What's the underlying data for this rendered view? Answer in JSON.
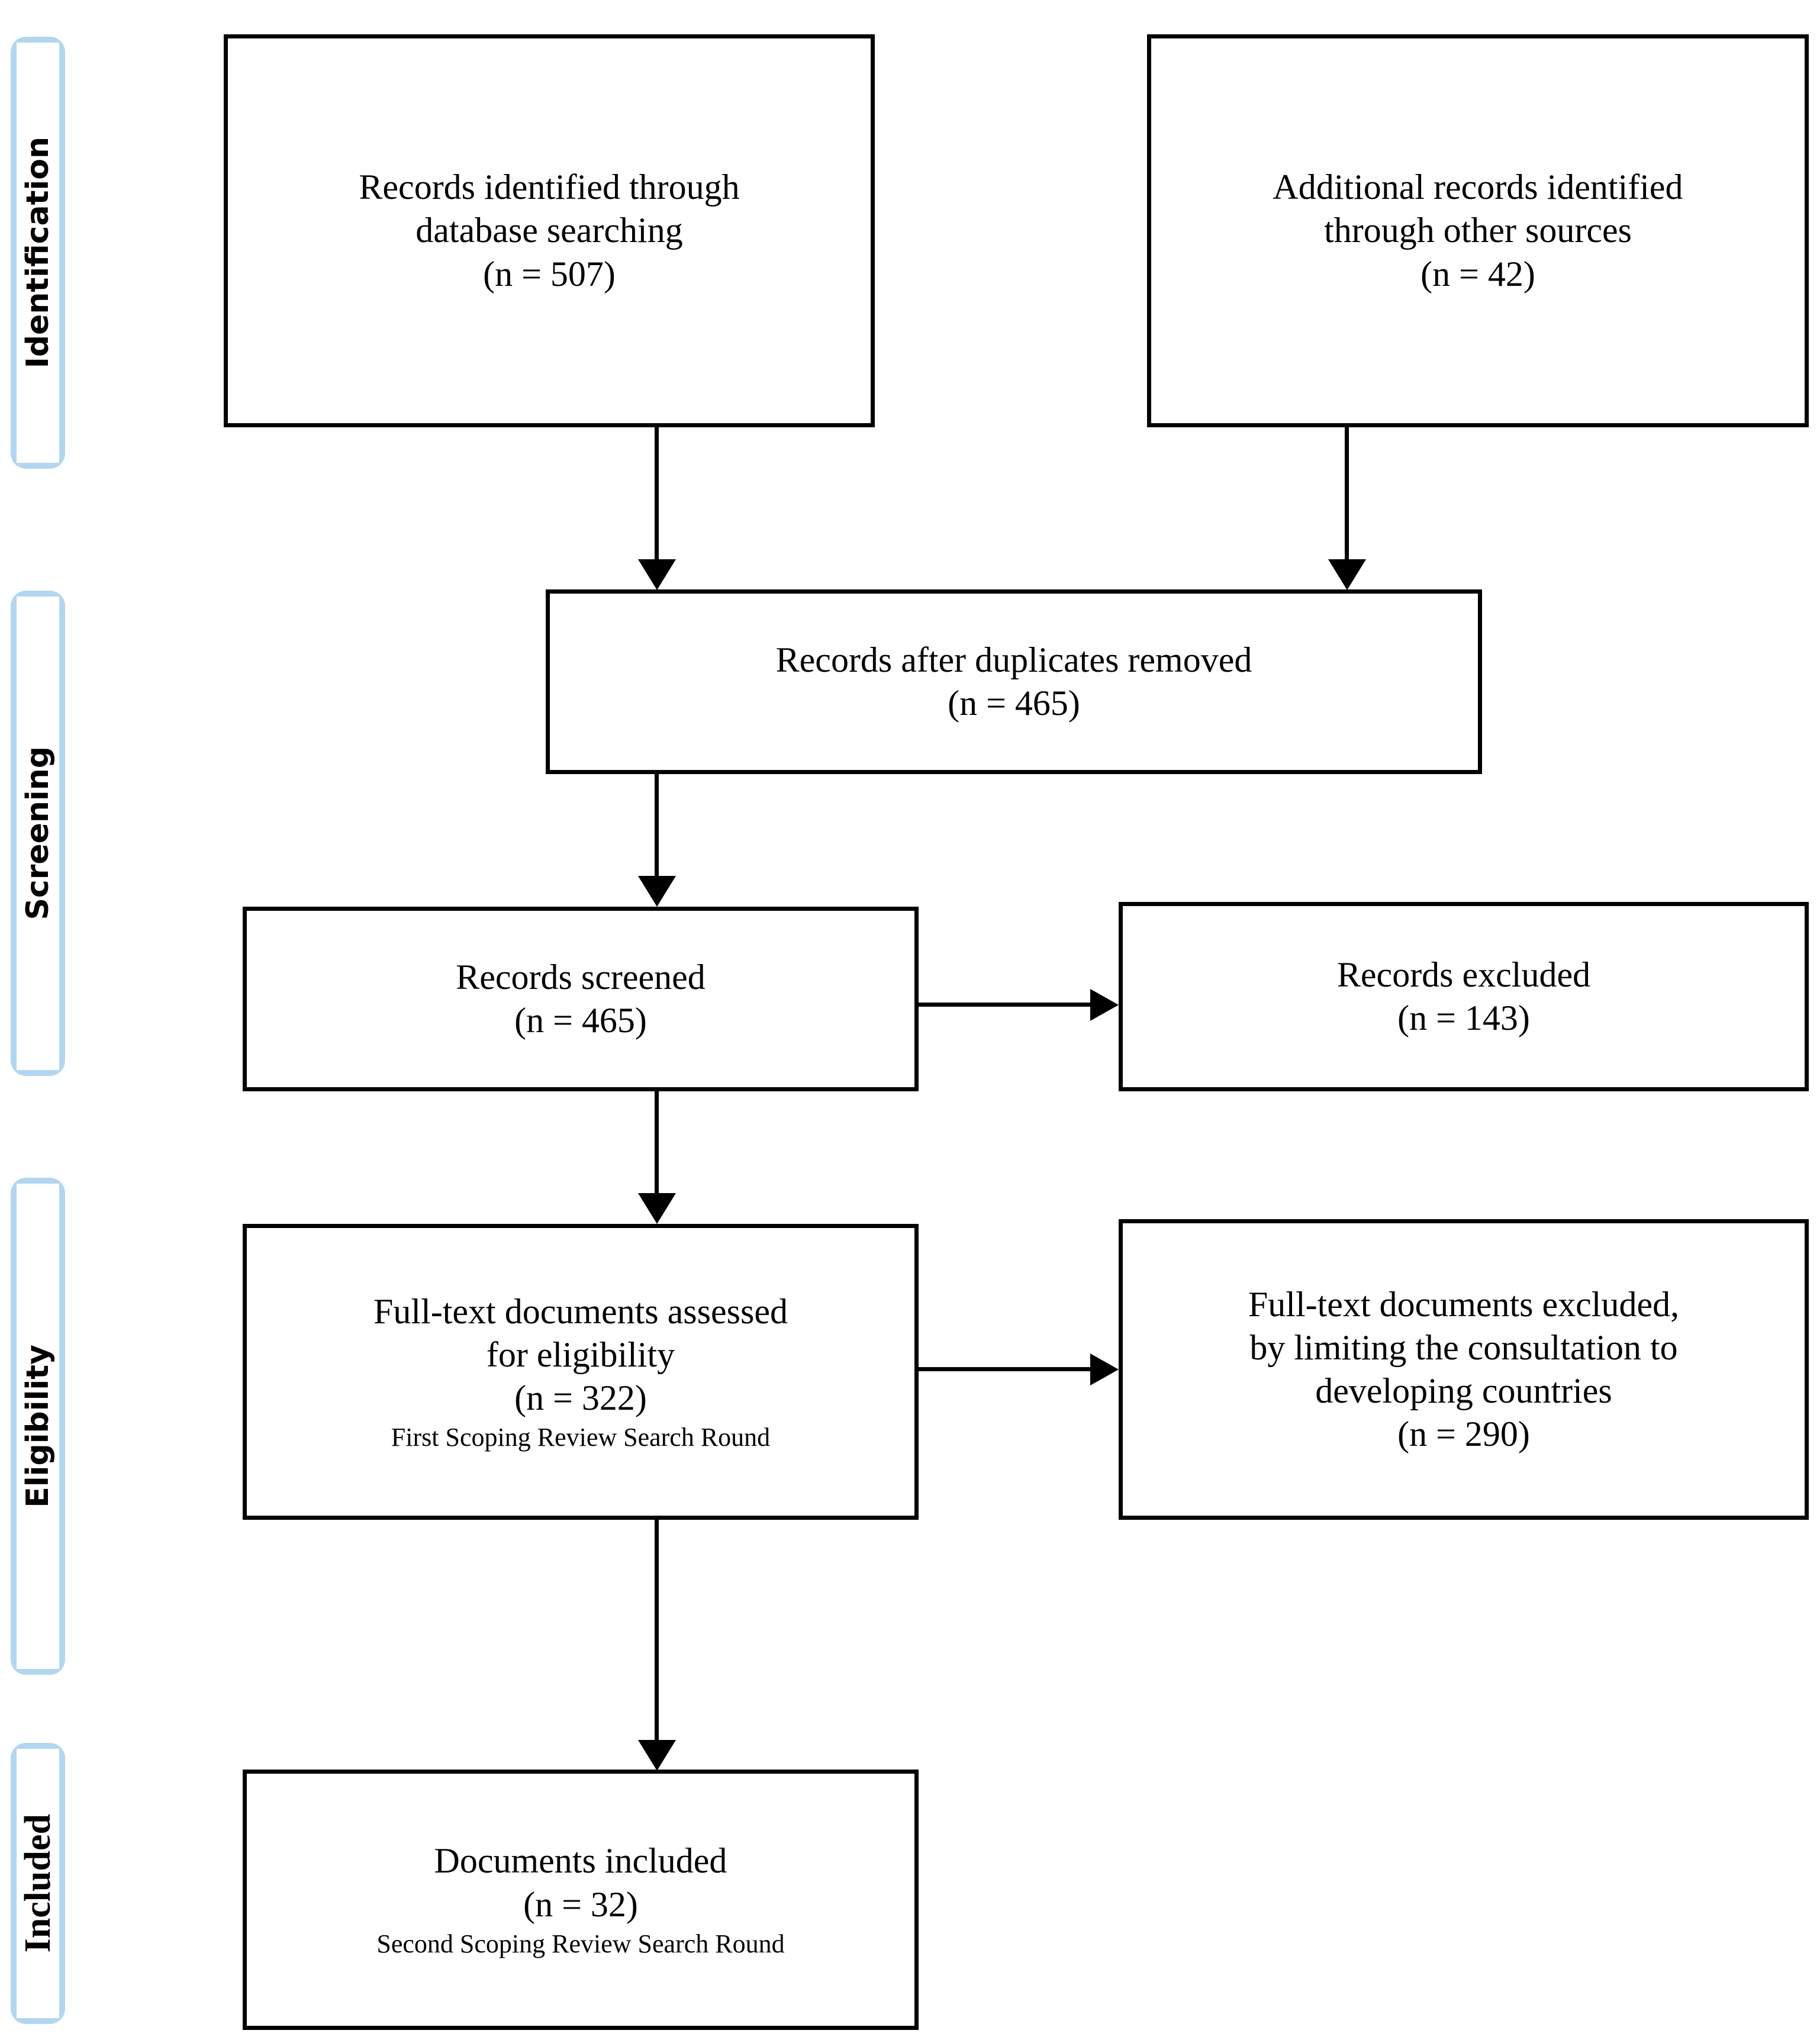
{
  "diagram": {
    "title": "PRISMA flow diagram",
    "accent_color": "#b2d6ef",
    "line_color": "#000000",
    "background_color": "#ffffff"
  },
  "stages": [
    {
      "id": "identification",
      "label": "Identification"
    },
    {
      "id": "screening",
      "label": "Screening"
    },
    {
      "id": "eligibility",
      "label": "Eligibility"
    },
    {
      "id": "included",
      "label": "Included"
    }
  ],
  "boxes": {
    "database_search": {
      "line1": "Records identified through",
      "line2": "database searching",
      "count": "(n = 507)"
    },
    "other_sources": {
      "line1": "Additional records identified",
      "line2": "through other sources",
      "count": "(n = 42)"
    },
    "duplicates_removed": {
      "line1": "Records after duplicates removed",
      "count": "(n = 465)"
    },
    "records_screened": {
      "line1": "Records screened",
      "count": "(n = 465)"
    },
    "records_excluded": {
      "line1": "Records excluded",
      "count": "(n = 143)"
    },
    "fulltext_assessed": {
      "line1": "Full-text documents assessed",
      "line2": "for eligibility",
      "count": "(n = 322)",
      "note": "First Scoping Review Search Round"
    },
    "fulltext_excluded": {
      "line1": "Full-text documents excluded,",
      "line2": "by limiting the consultation to",
      "line3": "developing countries",
      "count": "(n = 290)"
    },
    "documents_included": {
      "line1": "Documents included",
      "count": "(n = 32)",
      "note": "Second Scoping Review Search Round"
    }
  },
  "flow_data": {
    "type": "prisma-flow",
    "nodes": [
      {
        "id": "database_search",
        "stage": "identification",
        "n": 507
      },
      {
        "id": "other_sources",
        "stage": "identification",
        "n": 42
      },
      {
        "id": "duplicates_removed",
        "stage": "screening",
        "n": 465
      },
      {
        "id": "records_screened",
        "stage": "screening",
        "n": 465
      },
      {
        "id": "records_excluded",
        "stage": "screening",
        "n": 143
      },
      {
        "id": "fulltext_assessed",
        "stage": "eligibility",
        "n": 322
      },
      {
        "id": "fulltext_excluded",
        "stage": "eligibility",
        "n": 290
      },
      {
        "id": "documents_included",
        "stage": "included",
        "n": 32
      }
    ],
    "edges": [
      {
        "from": "database_search",
        "to": "duplicates_removed",
        "direction": "down"
      },
      {
        "from": "other_sources",
        "to": "duplicates_removed",
        "direction": "down"
      },
      {
        "from": "duplicates_removed",
        "to": "records_screened",
        "direction": "down"
      },
      {
        "from": "records_screened",
        "to": "records_excluded",
        "direction": "right"
      },
      {
        "from": "records_screened",
        "to": "fulltext_assessed",
        "direction": "down"
      },
      {
        "from": "fulltext_assessed",
        "to": "fulltext_excluded",
        "direction": "right"
      },
      {
        "from": "fulltext_assessed",
        "to": "documents_included",
        "direction": "down"
      }
    ]
  }
}
